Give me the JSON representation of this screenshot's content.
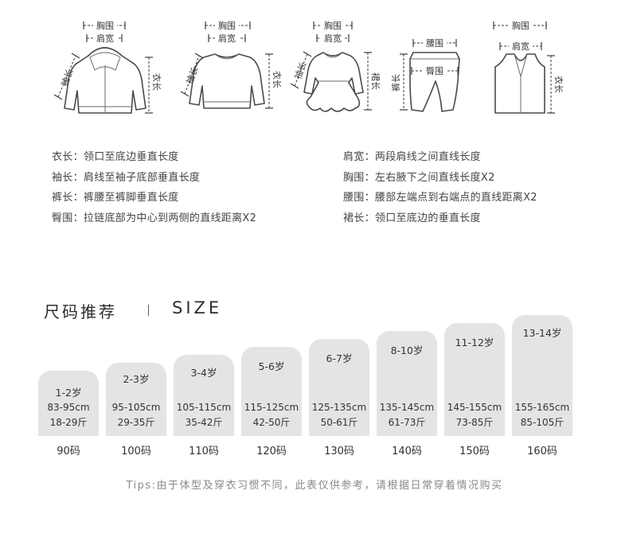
{
  "garments": [
    {
      "name": "jacket",
      "labels": {
        "chest": "胸围",
        "shoulder": "肩宽",
        "sleeve": "袖长",
        "length": "衣长"
      }
    },
    {
      "name": "sweater",
      "labels": {
        "chest": "胸围",
        "shoulder": "肩宽",
        "sleeve": "袖长",
        "length": "衣长"
      }
    },
    {
      "name": "dress",
      "labels": {
        "chest": "胸围",
        "shoulder": "肩宽",
        "sleeve": "袖长",
        "length": "裙长"
      }
    },
    {
      "name": "pants",
      "labels": {
        "waist": "腰围",
        "hip": "臀围",
        "length": "裤长"
      }
    },
    {
      "name": "vest",
      "labels": {
        "chest": "胸围",
        "shoulder": "肩宽",
        "length": "衣长"
      }
    }
  ],
  "definitions_left": [
    "衣长：领口至底边垂直长度",
    "袖长：肩线至袖子底部垂直长度",
    "裤长：裤腰至裤脚垂直长度",
    "臀围：拉链底部为中心到两侧的直线距离X2"
  ],
  "definitions_right": [
    "肩宽：两段肩线之间直线长度",
    "胸围：左右腋下之间直线长度X2",
    "腰围：腰部左端点到右端点的直线距离X2",
    "裙长：领口至底边的垂直长度"
  ],
  "size_section": {
    "title_cn": "尺码推荐",
    "title_en": "SIZE"
  },
  "sizes": [
    {
      "age": "1-2岁",
      "height": "83-95cm",
      "weight": "18-29斤",
      "code": "90码"
    },
    {
      "age": "2-3岁",
      "height": "95-105cm",
      "weight": "29-35斤",
      "code": "100码"
    },
    {
      "age": "3-4岁",
      "height": "105-115cm",
      "weight": "35-42斤",
      "code": "110码"
    },
    {
      "age": "5-6岁",
      "height": "115-125cm",
      "weight": "42-50斤",
      "code": "120码"
    },
    {
      "age": "6-7岁",
      "height": "125-135cm",
      "weight": "50-61斤",
      "code": "130码"
    },
    {
      "age": "8-10岁",
      "height": "135-145cm",
      "weight": "61-73斤",
      "code": "140码"
    },
    {
      "age": "11-12岁",
      "height": "145-155cm",
      "weight": "73-85斤",
      "code": "150码"
    },
    {
      "age": "13-14岁",
      "height": "155-165cm",
      "weight": "85-105斤",
      "code": "160码"
    }
  ],
  "tips": "Tips:由于体型及穿衣习惯不同，此表仅供参考，请根据日常穿着情况购买",
  "colors": {
    "card_bg": "#e4e4e4",
    "text": "#3a3a3a",
    "tips": "#8a8a8a"
  }
}
